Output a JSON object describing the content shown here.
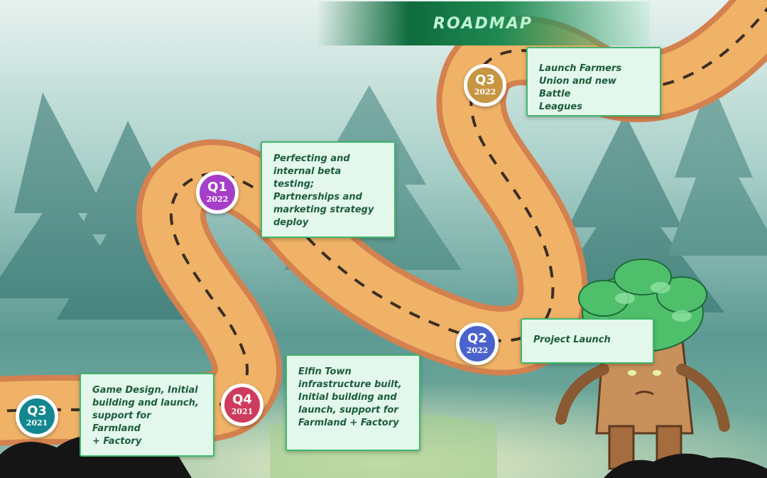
{
  "banner": {
    "title": "ROADMAP"
  },
  "milestones": [
    {
      "quarter": "Q3",
      "year": "2021",
      "color": "#12878f",
      "lines": [
        "Game Design, Initial",
        "building and launch,",
        "support for Farmland",
        "+ Factory"
      ]
    },
    {
      "quarter": "Q4",
      "year": "2021",
      "color": "#cf3b5e",
      "lines": [
        "Elfin Town",
        "infrastructure built,",
        "Initial building and",
        "launch, support for",
        "Farmland + Factory"
      ]
    },
    {
      "quarter": "Q1",
      "year": "2022",
      "color": "#a53fc9",
      "lines": [
        "Perfecting and",
        "internal beta testing;",
        "Partnerships and",
        "marketing strategy",
        "deploy"
      ]
    },
    {
      "quarter": "Q2",
      "year": "2022",
      "color": "#4a63cc",
      "lines": [
        "Project Launch"
      ]
    },
    {
      "quarter": "Q3",
      "year": "2022",
      "color": "#c89543",
      "lines": [
        "Launch Farmers",
        "Union and new Battle",
        "Leagues"
      ]
    }
  ],
  "colors": {
    "road": "#efb266",
    "road_edge": "#d48150",
    "card_border": "#3fb86b",
    "card_bg": "#e3f7ec",
    "text": "#1c5c3a"
  }
}
